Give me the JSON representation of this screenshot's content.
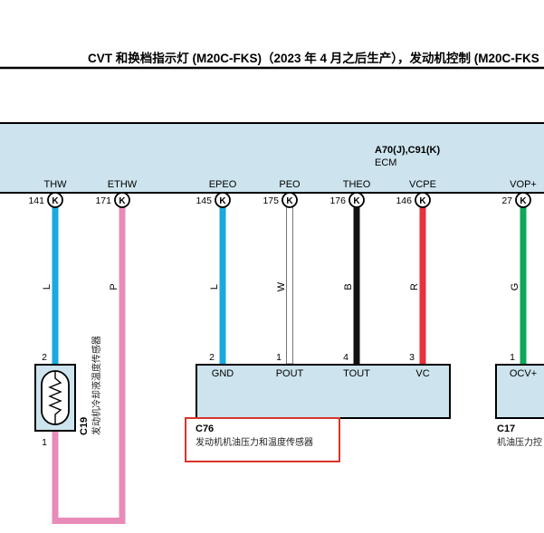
{
  "page_title": "CVT 和换档指示灯 (M20C-FKS)（2023 年 4 月之后生产），发动机控制 (M20C-FKS",
  "ecm": {
    "code": "A70(J),C91(K)",
    "name": "ECM",
    "terminals": [
      {
        "name": "THW",
        "pin": "141",
        "connector": "K"
      },
      {
        "name": "ETHW",
        "pin": "171",
        "connector": "K"
      },
      {
        "name": "EPEO",
        "pin": "145",
        "connector": "K"
      },
      {
        "name": "PEO",
        "pin": "175",
        "connector": "K"
      },
      {
        "name": "THEO",
        "pin": "176",
        "connector": "K"
      },
      {
        "name": "VCPE",
        "pin": "146",
        "connector": "K"
      },
      {
        "name": "VOP+",
        "pin": "27",
        "connector": "K"
      }
    ]
  },
  "wires": [
    {
      "color_code": "L",
      "color": "#1aa8e0",
      "to_pin": "2"
    },
    {
      "color_code": "P",
      "color": "#e98bb9",
      "to_pin": "1"
    },
    {
      "color_code": "L",
      "color": "#1aa8e0",
      "to_pin": "2"
    },
    {
      "color_code": "W",
      "color": "#ffffff",
      "to_pin": "1"
    },
    {
      "color_code": "B",
      "color": "#111111",
      "to_pin": "4"
    },
    {
      "color_code": "R",
      "color": "#e8313a",
      "to_pin": "3"
    },
    {
      "color_code": "G",
      "color": "#0ca85a",
      "to_pin": "1"
    }
  ],
  "c19": {
    "code": "C19",
    "name": "发动机冷却液温度传感器",
    "pin_top": "2",
    "pin_bottom": "1"
  },
  "c76": {
    "code": "C76",
    "name": "发动机机油压力和温度传感器",
    "terminals": [
      "GND",
      "POUT",
      "TOUT",
      "VC"
    ]
  },
  "c17": {
    "code": "C17",
    "name": "机油压力控",
    "terminals": [
      "OCV+"
    ]
  },
  "colors": {
    "panel_fill": "#cde4ee",
    "highlight_border": "#d9342b"
  }
}
